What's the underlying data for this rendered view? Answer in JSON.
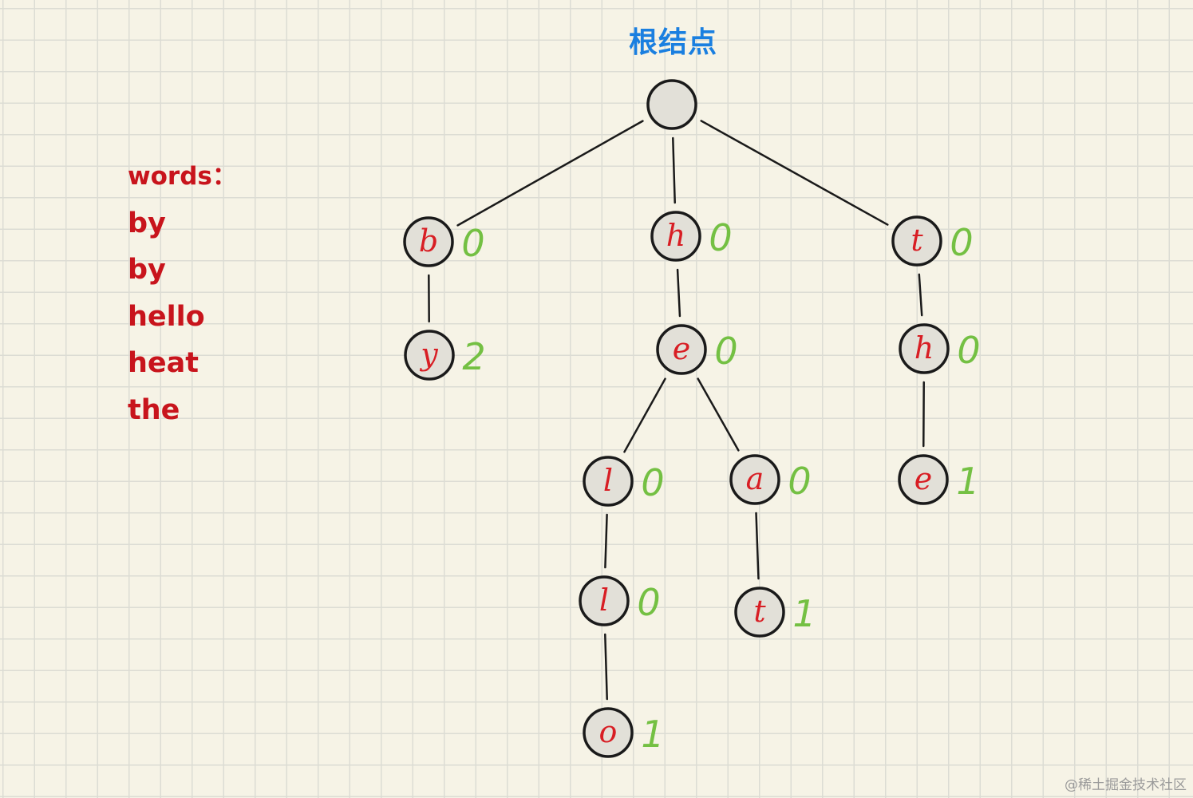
{
  "root_label": "根结点",
  "words_label": "words：",
  "words": [
    "by",
    "by",
    "hello",
    "heat",
    "the"
  ],
  "watermark": "@稀土掘金技术社区",
  "colors": {
    "root_label": "#1a7fe0",
    "letters": "#d81e24",
    "counts": "#74c043",
    "words": "#c8141c",
    "node_fill": "#e2e0d8",
    "stroke": "#1a1a1a"
  },
  "trie": {
    "nodes": [
      {
        "id": "root",
        "letter": "",
        "count": ""
      },
      {
        "id": "b",
        "letter": "b",
        "count": "0"
      },
      {
        "id": "by",
        "letter": "y",
        "count": "2"
      },
      {
        "id": "h",
        "letter": "h",
        "count": "0"
      },
      {
        "id": "he",
        "letter": "e",
        "count": "0"
      },
      {
        "id": "hel",
        "letter": "l",
        "count": "0"
      },
      {
        "id": "hell",
        "letter": "l",
        "count": "0"
      },
      {
        "id": "hello",
        "letter": "o",
        "count": "1"
      },
      {
        "id": "hea",
        "letter": "a",
        "count": "0"
      },
      {
        "id": "heat",
        "letter": "t",
        "count": "1"
      },
      {
        "id": "t",
        "letter": "t",
        "count": "0"
      },
      {
        "id": "th",
        "letter": "h",
        "count": "0"
      },
      {
        "id": "the",
        "letter": "e",
        "count": "1"
      }
    ],
    "edges": [
      [
        "root",
        "b"
      ],
      [
        "root",
        "h"
      ],
      [
        "root",
        "t"
      ],
      [
        "b",
        "by"
      ],
      [
        "h",
        "he"
      ],
      [
        "he",
        "hel"
      ],
      [
        "he",
        "hea"
      ],
      [
        "hel",
        "hell"
      ],
      [
        "hell",
        "hello"
      ],
      [
        "hea",
        "heat"
      ],
      [
        "t",
        "th"
      ],
      [
        "th",
        "the"
      ]
    ]
  }
}
